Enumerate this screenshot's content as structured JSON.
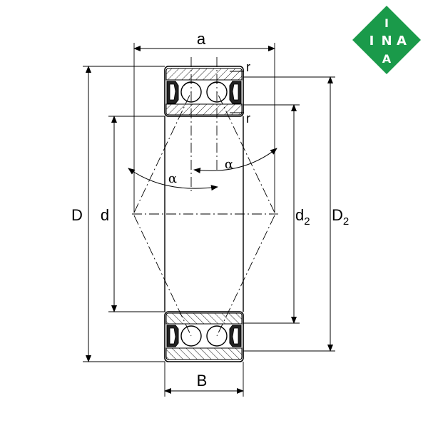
{
  "labels": {
    "a": "a",
    "B": "B",
    "D": "D",
    "d": "d",
    "d2_base": "d",
    "d2_sub": "2",
    "D2_base": "D",
    "D2_sub": "2",
    "r_top": "r",
    "r_bottom": "r",
    "alpha_left": "α",
    "alpha_right": "α"
  },
  "logo": {
    "letters": [
      "I",
      "N",
      "A",
      "A"
    ],
    "color": "#1a9a4a"
  }
}
